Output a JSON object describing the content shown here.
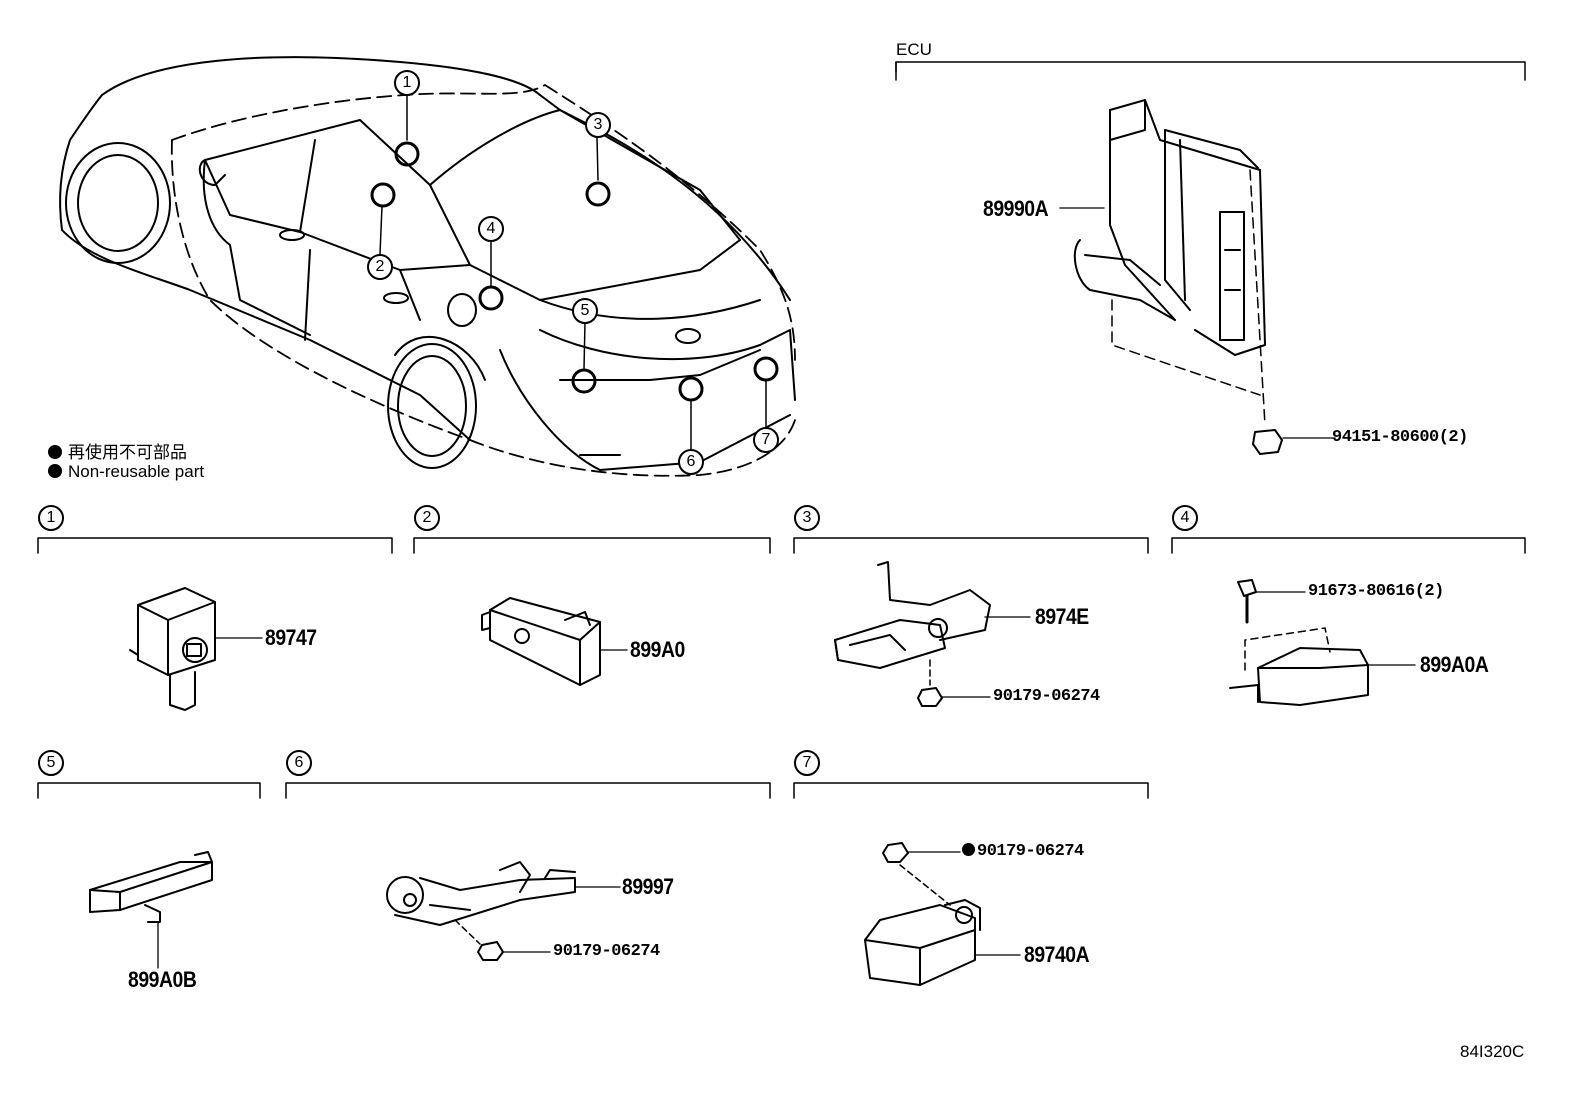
{
  "ecu_section": {
    "title": "ECU"
  },
  "legend": {
    "line_jp": "再使用不可部品",
    "line_en": "Non-reusable part"
  },
  "callouts": [
    "1",
    "2",
    "3",
    "4",
    "5",
    "6",
    "7"
  ],
  "sections": [
    {
      "num": "1",
      "parts": [
        "89747"
      ]
    },
    {
      "num": "2",
      "parts": [
        "899A0"
      ]
    },
    {
      "num": "3",
      "parts": [
        "8974E",
        "90179-06274"
      ]
    },
    {
      "num": "4",
      "parts": [
        "91673-80616(2)",
        "899A0A"
      ]
    },
    {
      "num": "5",
      "parts": [
        "899A0B"
      ]
    },
    {
      "num": "6",
      "parts": [
        "89997",
        "90179-06274"
      ]
    },
    {
      "num": "7",
      "parts": [
        "90179-06274",
        "89740A"
      ]
    }
  ],
  "ecu_parts": [
    "89990A",
    "94151-80600(2)"
  ],
  "diagram_code": "84I320C"
}
